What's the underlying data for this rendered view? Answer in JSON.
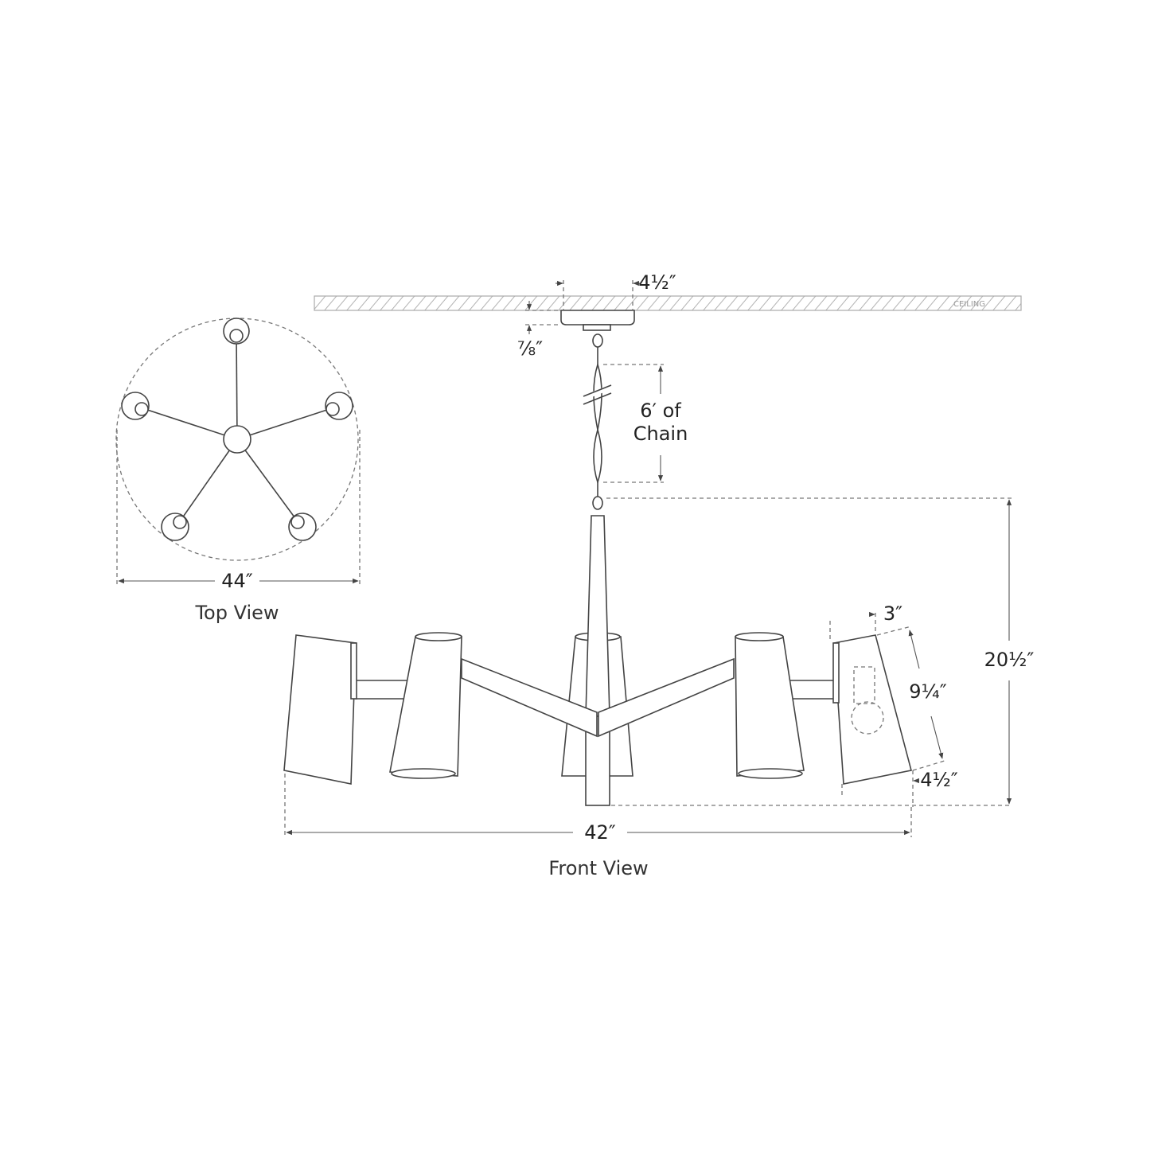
{
  "ceiling_label": "CEILING",
  "top_view": {
    "caption": "Top View",
    "width_dim": "44″",
    "arm_count": 5
  },
  "front_view": {
    "caption": "Front View",
    "width_dim": "42″",
    "height_dim": "20½″",
    "canopy_width_dim": "4½″",
    "canopy_height_dim": "⅞″",
    "chain_label_line1": "6′ of",
    "chain_label_line2": "Chain",
    "shade_top_dim": "3″",
    "shade_height_dim": "9¼″",
    "shade_bottom_dim": "4½″"
  },
  "colors": {
    "line": "#444444",
    "dimension": "#777777",
    "text": "#222222"
  }
}
